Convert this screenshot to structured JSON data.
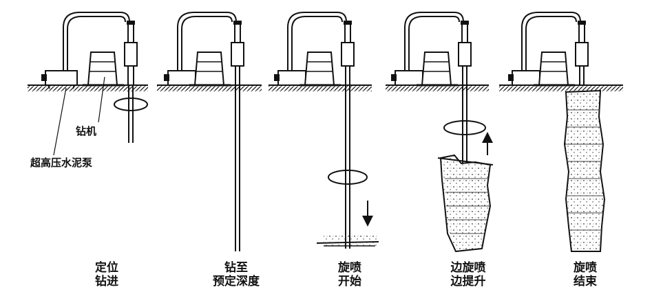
{
  "labels": {
    "drill_rig": "钻机",
    "pump": "超高压水泥泵"
  },
  "stages": [
    {
      "line1": "定位",
      "line2": "钻进"
    },
    {
      "line1": "钻至",
      "line2": "预定深度"
    },
    {
      "line1": "旋喷",
      "line2": "开始"
    },
    {
      "line1": "边旋喷",
      "line2": "边提升"
    },
    {
      "line1": "旋喷",
      "line2": "结束"
    }
  ]
}
